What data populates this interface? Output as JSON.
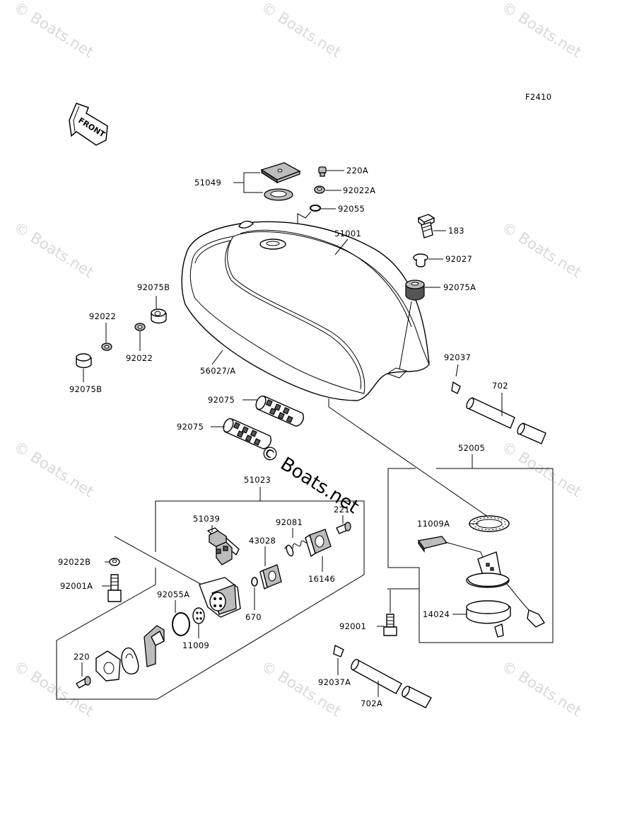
{
  "figure_code": "F2410",
  "front_label": "FRONT",
  "watermark": "© Boats.net",
  "center_watermark": "© Boats.net",
  "labels": {
    "p51049": "51049",
    "p220A": "220A",
    "p92022A": "92022A",
    "p92055": "92055",
    "p51001": "51001",
    "p183": "183",
    "p92027": "92027",
    "p92075A": "92075A",
    "p92075B_top": "92075B",
    "p92022_left": "92022",
    "p92022_mid": "92022",
    "p92075B_bot": "92075B",
    "p56027A": "56027/A",
    "p92037": "92037",
    "p702": "702",
    "p92075_a": "92075",
    "p92075_b": "92075",
    "p52005": "52005",
    "p51023": "51023",
    "p221": "221",
    "p51039": "51039",
    "p92081": "92081",
    "p43028": "43028",
    "p11009A": "11009A",
    "p92022B": "92022B",
    "p16146": "16146",
    "p92001A": "92001A",
    "p92055A": "92055A",
    "p670": "670",
    "p14024": "14024",
    "p11009": "11009",
    "p92001": "92001",
    "p220": "220",
    "p92037A": "92037A",
    "p702A": "702A"
  }
}
